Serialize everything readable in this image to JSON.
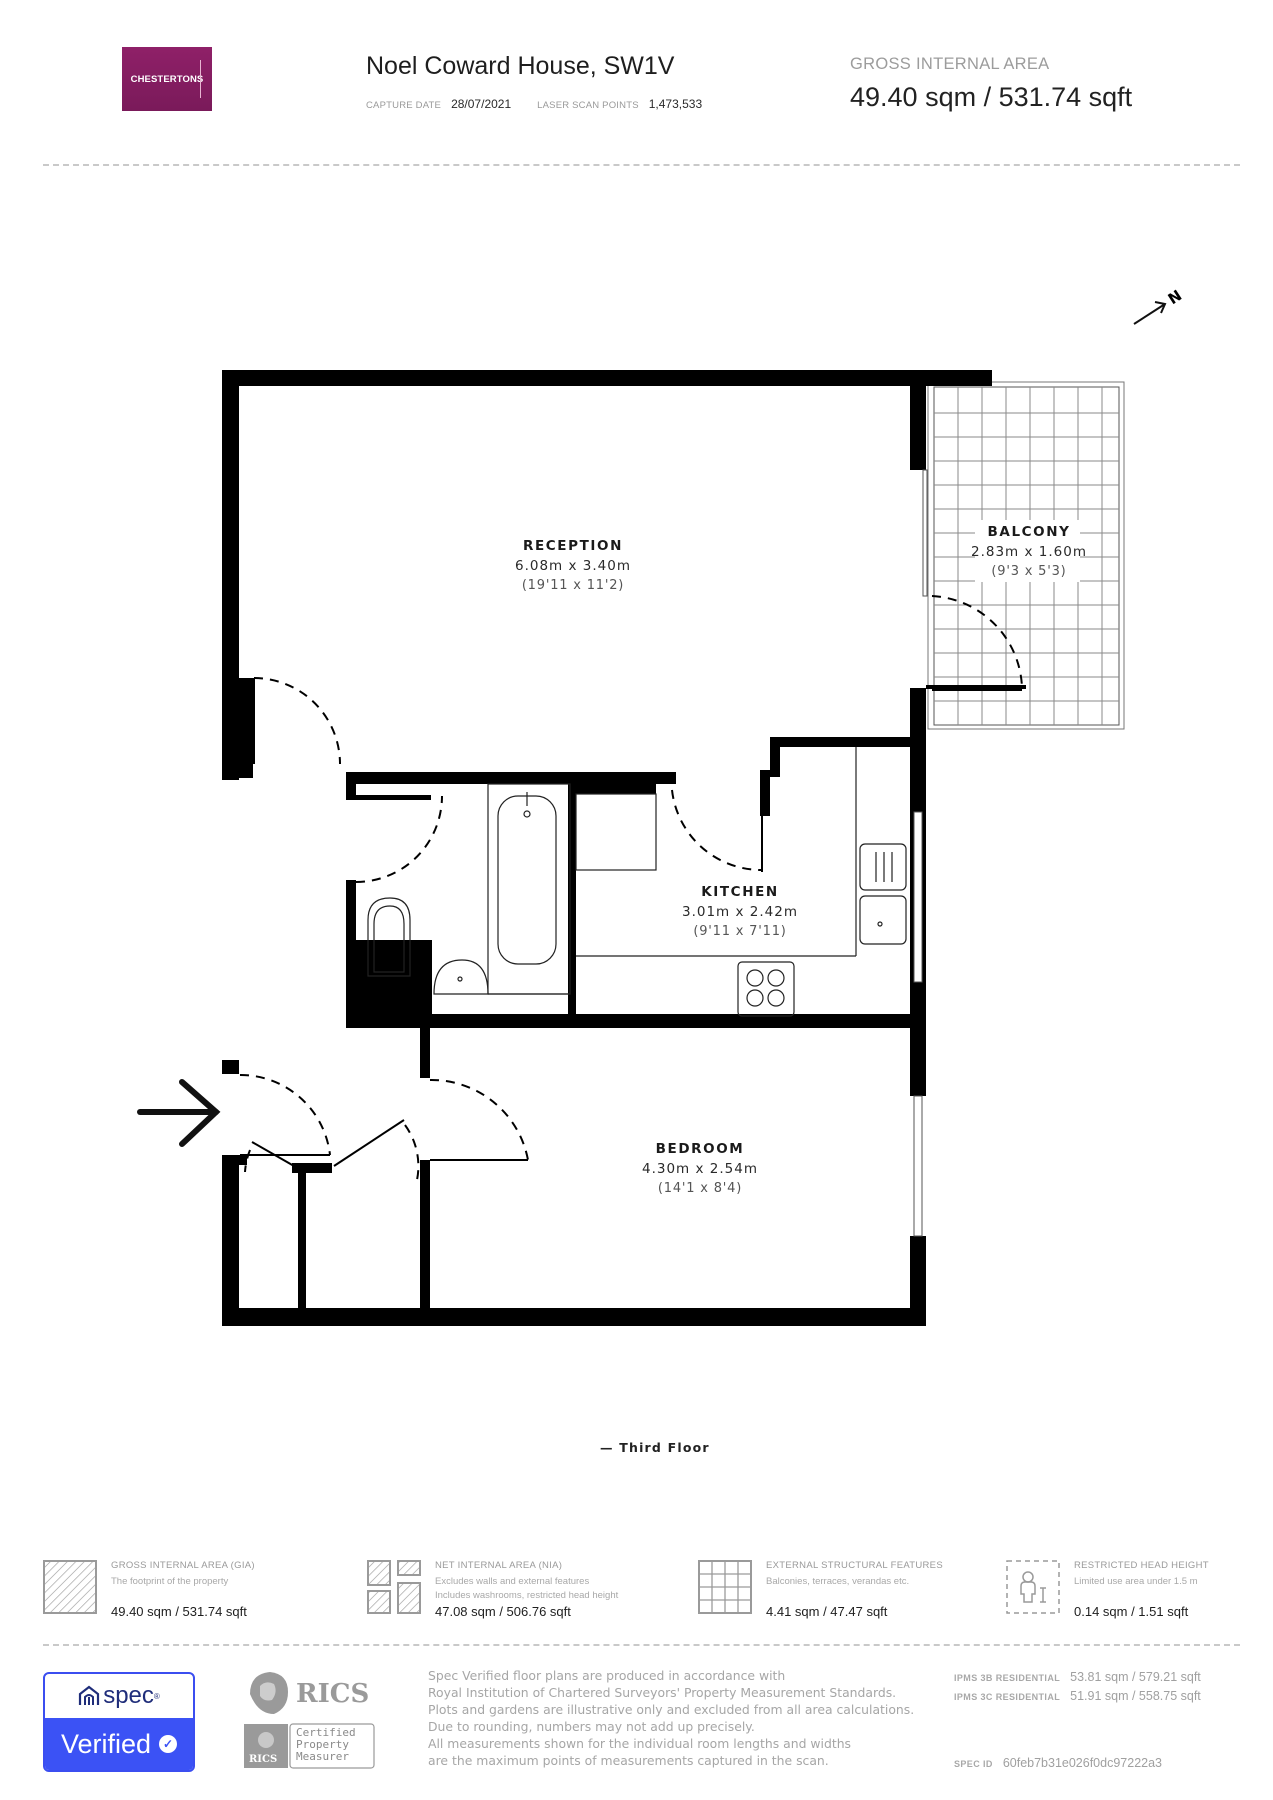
{
  "header": {
    "brand": "CHESTERTONS",
    "brand_color": "#8a1f63",
    "property_title": "Noel Coward House, SW1V",
    "capture_date_label": "CAPTURE DATE",
    "capture_date": "28/07/2021",
    "laser_scan_label": "LASER SCAN POINTS",
    "laser_scan_points": "1,473,533",
    "gia_label": "GROSS INTERNAL AREA",
    "gia_value": "49.40 sqm / 531.74 sqft"
  },
  "plan": {
    "north_label": "N",
    "floor_name": "— Third Floor",
    "rooms": [
      {
        "name": "RECEPTION",
        "metric": "6.08m x 3.40m",
        "imperial": "(19'11 x 11'2)"
      },
      {
        "name": "BALCONY",
        "metric": "2.83m x 1.60m",
        "imperial": "(9'3 x 5'3)"
      },
      {
        "name": "KITCHEN",
        "metric": "3.01m x 2.42m",
        "imperial": "(9'11 x 7'11)"
      },
      {
        "name": "BEDROOM",
        "metric": "4.30m x 2.54m",
        "imperial": "(14'1 x 8'4)"
      }
    ]
  },
  "legend": [
    {
      "title": "GROSS INTERNAL AREA (GIA)",
      "desc1": "The footprint of the property",
      "desc2": "",
      "value": "49.40 sqm / 531.74 sqft",
      "icon": "hatched-square-icon"
    },
    {
      "title": "NET INTERNAL AREA (NIA)",
      "desc1": "Excludes walls and external features",
      "desc2": "Includes washrooms, restricted head height",
      "value": "47.08 sqm / 506.76 sqft",
      "icon": "hatched-plan-icon"
    },
    {
      "title": "EXTERNAL STRUCTURAL FEATURES",
      "desc1": "Balconies, terraces, verandas etc.",
      "desc2": "",
      "value": "4.41 sqm / 47.47 sqft",
      "icon": "grid-icon"
    },
    {
      "title": "RESTRICTED HEAD HEIGHT",
      "desc1": "Limited use area under 1.5 m",
      "desc2": "",
      "value": "0.14 sqm / 1.51 sqft",
      "icon": "person-height-icon"
    }
  ],
  "footer": {
    "spec_word": "spec",
    "spec_verified": "Verified",
    "spec_color": "#3b52f5",
    "rics_word": "RICS",
    "rics_badge_lines": [
      "Certified",
      "Property",
      "Measurer"
    ],
    "disclaimer": [
      "Spec Verified floor plans are produced in accordance with",
      "Royal Institution of Chartered Surveyors' Property Measurement Standards.",
      "Plots and gardens are illustrative only and excluded from all area calculations.",
      "Due to rounding, numbers may not add up precisely.",
      "All measurements shown for the individual room lengths and widths",
      "are the maximum points of measurements captured in the scan."
    ],
    "ipms": [
      {
        "label": "IPMS 3B RESIDENTIAL",
        "value": "53.81 sqm / 579.21 sqft"
      },
      {
        "label": "IPMS 3C RESIDENTIAL",
        "value": "51.91 sqm / 558.75 sqft"
      }
    ],
    "spec_id_label": "SPEC ID",
    "spec_id": "60feb7b31e026f0dc97222a3"
  }
}
